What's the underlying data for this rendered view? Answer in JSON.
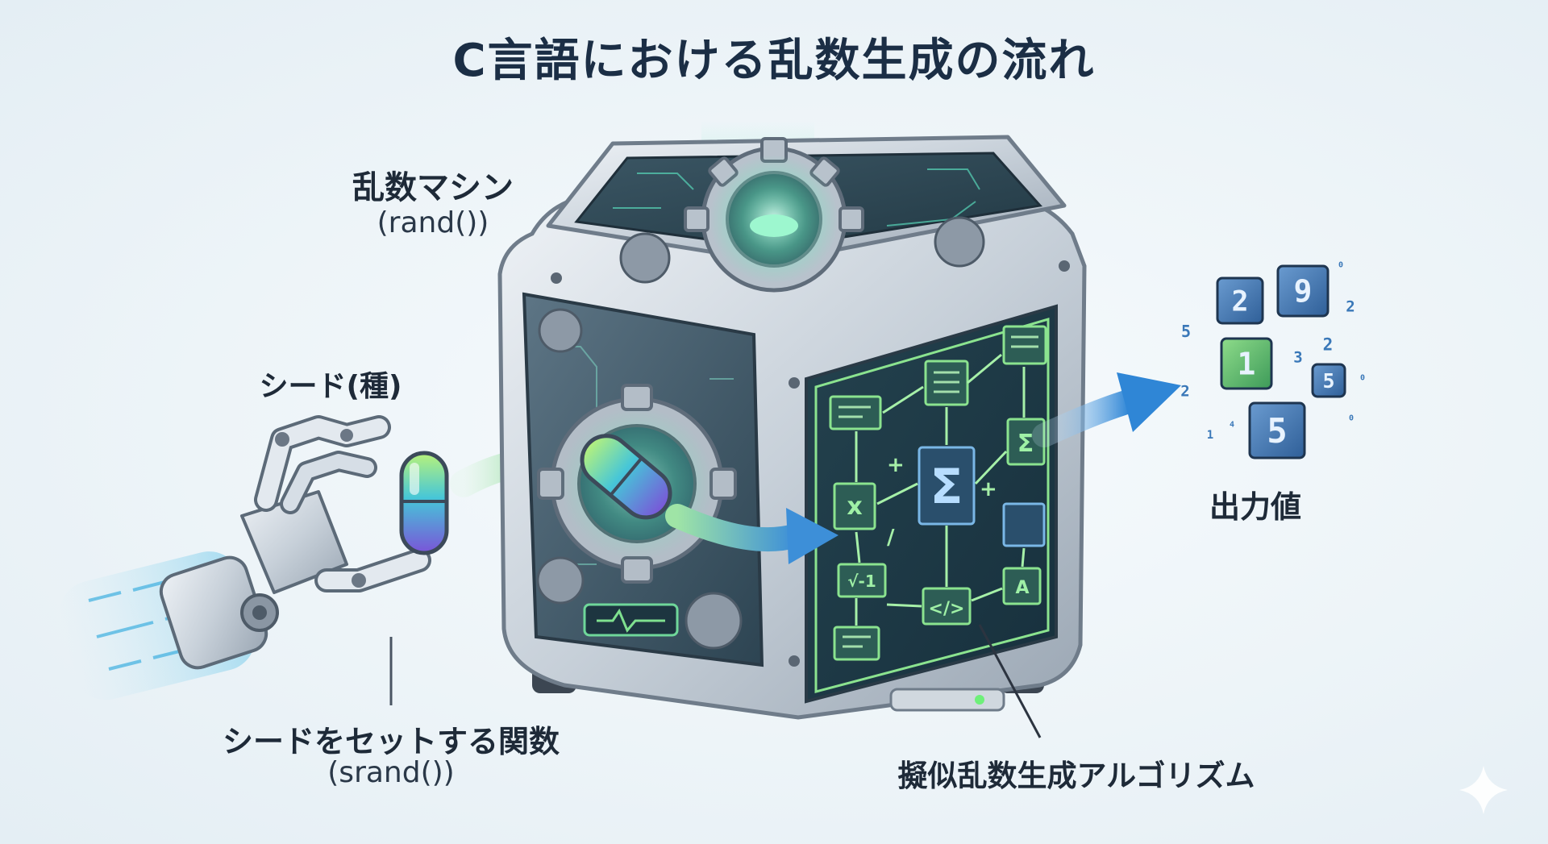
{
  "title": "C言語における乱数生成の流れ",
  "labels": {
    "machine_name": "乱数マシン",
    "machine_function": "(rand())",
    "seed": "シード(種)",
    "seed_function_name": "シードをセットする関数",
    "seed_function": "(srand())",
    "output": "出力値",
    "algorithm": "擬似乱数生成アルゴリズム"
  },
  "output_digits": [
    "2",
    "9",
    "1",
    "5",
    "3",
    "2",
    "2",
    "5",
    "5",
    "2",
    "1",
    "4",
    "0",
    "0",
    "0"
  ],
  "colors": {
    "arrow_green": "#7fd68a",
    "arrow_blue": "#3a8fd8",
    "panel_green": "#8be38f",
    "glow": "#6df0c0",
    "cube_frame": "#c9d3dc",
    "title": "#1b2e45"
  },
  "icons": [
    "robot-hand-icon",
    "seed-capsule-icon",
    "gear-icon",
    "sigma-icon",
    "code-icon"
  ]
}
